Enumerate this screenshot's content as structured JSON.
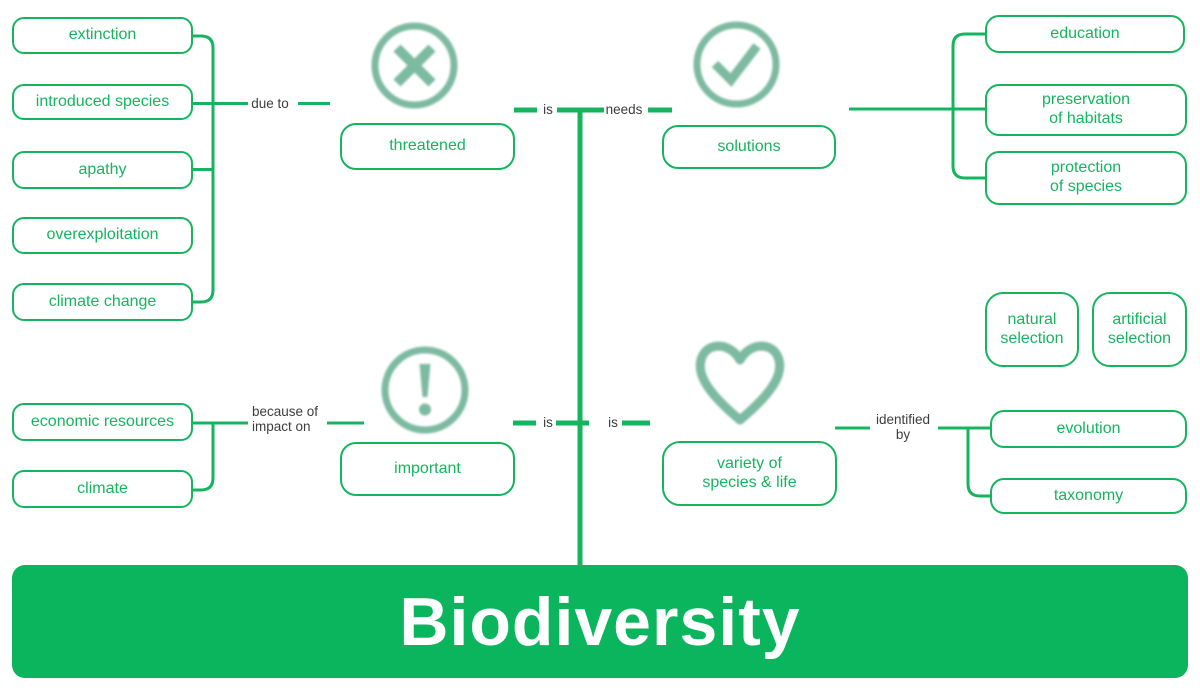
{
  "colors": {
    "accent": "#17b45f",
    "banner_green": "#0ab55e",
    "icon_green": "#7dbaa2",
    "label_gray": "#3d3d3d"
  },
  "banner": {
    "title": "Biodiversity"
  },
  "connector_labels": {
    "due_to": "due to",
    "is_threatened": "is",
    "needs": "needs",
    "because_of": {
      "line1": "because of",
      "line2": "impact on"
    },
    "is_important": "is",
    "is_variety": "is",
    "identified_by": {
      "line1": "identified",
      "line2": "by"
    }
  },
  "nodes": {
    "causes": {
      "extinction": "extinction",
      "introduced_species": "introduced species",
      "apathy": "apathy",
      "overexploitation": "overexploitation",
      "climate_change": "climate change"
    },
    "threatened": "threatened",
    "solutions": "solutions",
    "solution_items": {
      "education": "education",
      "preservation": {
        "line1": "preservation",
        "line2": "of habitats"
      },
      "protection": {
        "line1": "protection",
        "line2": "of species"
      }
    },
    "selection": {
      "natural": {
        "line1": "natural",
        "line2": "selection"
      },
      "artificial": {
        "line1": "artificial",
        "line2": "selection"
      }
    },
    "impact_on": {
      "economic_resources": "economic resources",
      "climate": "climate"
    },
    "important": "important",
    "variety": {
      "line1": "variety of",
      "line2": "species & life"
    },
    "identification": {
      "evolution": "evolution",
      "taxonomy": "taxonomy"
    }
  },
  "icons": {
    "threatened": "cross-circle-icon",
    "solutions": "check-circle-icon",
    "important": "exclamation-circle-icon",
    "variety": "heart-icon"
  }
}
